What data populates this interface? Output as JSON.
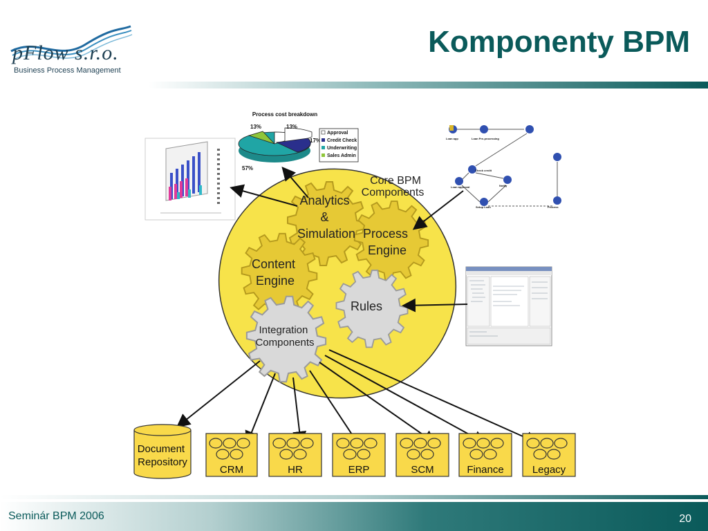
{
  "header": {
    "logo_name": "pFlow s.r.o.",
    "logo_subtitle": "Business Process Management",
    "title": "Komponenty BPM"
  },
  "diagram": {
    "core_label": [
      "Core BPM",
      "Components"
    ],
    "gears": {
      "analytics": [
        "Analytics",
        "&",
        "Simulation"
      ],
      "process": [
        "Process",
        "Engine"
      ],
      "content": [
        "Content",
        "Engine"
      ],
      "rules": "Rules",
      "integration": [
        "Integration",
        "Components"
      ]
    },
    "pie": {
      "title": "Process cost breakdown",
      "legend": [
        "Approval",
        "Credit Check",
        "Underwriting",
        "Sales Admin"
      ],
      "labels": [
        "13%",
        "13%",
        "17%",
        "57%"
      ]
    },
    "workflow_nodes": [
      "Loan app",
      "Loan Pre-processing",
      "Check credit",
      "Loan approval",
      "Notify",
      "Setup Loan",
      "Process"
    ],
    "systems": {
      "repository": [
        "Document",
        "Repository"
      ],
      "crm": "CRM",
      "hr": "HR",
      "erp": "ERP",
      "scm": "SCM",
      "finance": "Finance",
      "legacy": "Legacy"
    }
  },
  "footer": {
    "left": "Seminár BPM 2006",
    "page": "20"
  },
  "colors": {
    "accent": "#0a5a5a",
    "ellipse": "#f7e34a",
    "gear_yellow": "#f0d640",
    "gear_gray": "#d0d0d0",
    "box_yellow": "#f9d94a"
  }
}
